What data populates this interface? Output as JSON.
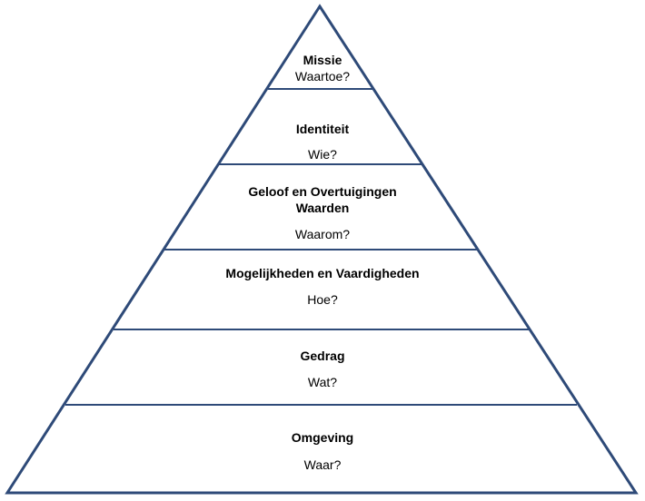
{
  "colors": {
    "outline": "#2e4a78",
    "text": "#000000",
    "background": "#ffffff"
  },
  "pyramid": {
    "levels": [
      {
        "title": "Missie",
        "question": "Waartoe?"
      },
      {
        "title": "Identiteit",
        "question": "Wie?"
      },
      {
        "title_line1": "Geloof en Overtuigingen",
        "title_line2": "Waarden",
        "question": "Waarom?"
      },
      {
        "title": "Mogelijkheden en Vaardigheden",
        "question": "Hoe?"
      },
      {
        "title": "Gedrag",
        "question": "Wat?"
      },
      {
        "title": "Omgeving",
        "question": "Waar?"
      }
    ]
  }
}
